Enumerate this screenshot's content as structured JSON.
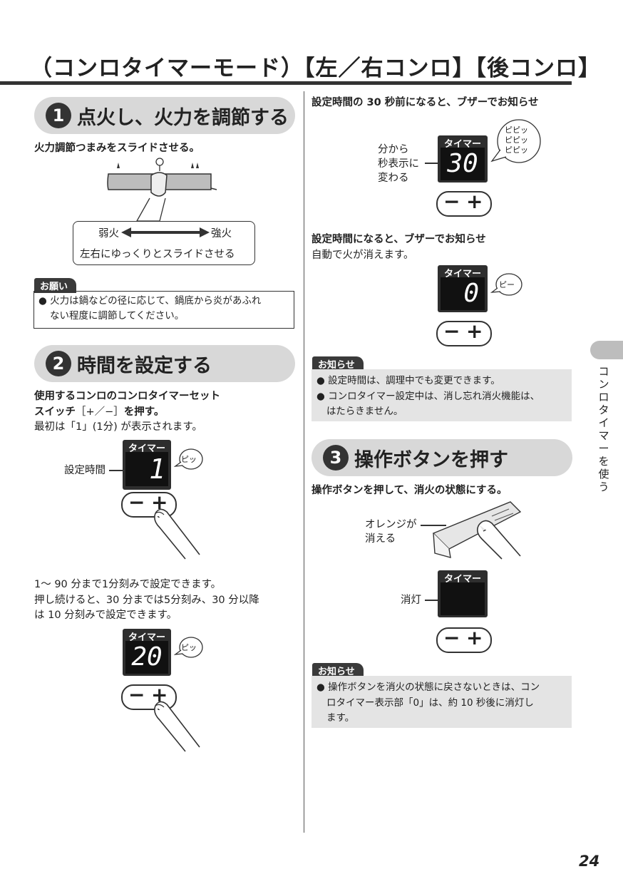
{
  "page_title": "（コンロタイマーモード）【左／右コンロ】【後コンロ】",
  "page_number": "24",
  "side_tab": "コンロタイマーを使う",
  "step1": {
    "number": "1",
    "title": "点火し、火力を調節する",
    "instruction": "火力調節つまみをスライドさせる。",
    "weak_label": "弱火",
    "strong_label": "強火",
    "slide_caption": "左右にゆっくりとスライドさせる",
    "notice_tag": "お願い",
    "notice_line1": "● 火力は鍋などの径に応じて、鍋底から炎があふれ",
    "notice_line2": "ない程度に調節してください。"
  },
  "step2": {
    "number": "2",
    "title": "時間を設定する",
    "line1": "使用するコンロのコンロタイマーセット",
    "line2a": "スイッチ",
    "line2b": "［+／−］",
    "line2c": "を押す。",
    "line3": "最初は「1」(1分) が表示されます。",
    "display1": {
      "header": "タイマー",
      "value": "1",
      "callout": "ピッ",
      "label": "設定時間"
    },
    "para_line1": "1〜 90 分まで1分刻みで設定できます。",
    "para_line2": "押し続けると、30 分までは5分刻み、30 分以降",
    "para_line3": "は 10 分刻みで設定できます。",
    "display2": {
      "header": "タイマー",
      "value": "20",
      "callout": "ピッ"
    }
  },
  "right_top": {
    "heading1": "設定時間の 30 秒前になると、ブザーでお知らせ",
    "display1": {
      "header": "タイマー",
      "value": "30",
      "callout": [
        "ピピッ",
        "ピピッ",
        "ピピッ"
      ],
      "label": [
        "分から",
        "秒表示に",
        "変わる"
      ]
    },
    "heading2": "設定時間になると、ブザーでお知らせ",
    "subtext2": "自動で火が消えます。",
    "display2": {
      "header": "タイマー",
      "value": "0",
      "callout": "ピー"
    },
    "info_tag": "お知らせ",
    "info_line1": "● 設定時間は、調理中でも変更できます。",
    "info_line2": "● コンロタイマー設定中は、消し忘れ消火機能は、",
    "info_line3": "はたらきません。"
  },
  "step3": {
    "number": "3",
    "title": "操作ボタンを押す",
    "instruction": "操作ボタンを押して、消火の状態にする。",
    "orange_label": [
      "オレンジが",
      "消える"
    ],
    "display": {
      "header": "タイマー",
      "label": "消灯"
    },
    "info_tag": "お知らせ",
    "info_line1": "● 操作ボタンを消火の状態に戻さないときは、コン",
    "info_line2": "ロタイマー表示部「0」は、約 10 秒後に消灯し",
    "info_line3": "ます。"
  },
  "button_minus": "−",
  "button_plus": "+"
}
